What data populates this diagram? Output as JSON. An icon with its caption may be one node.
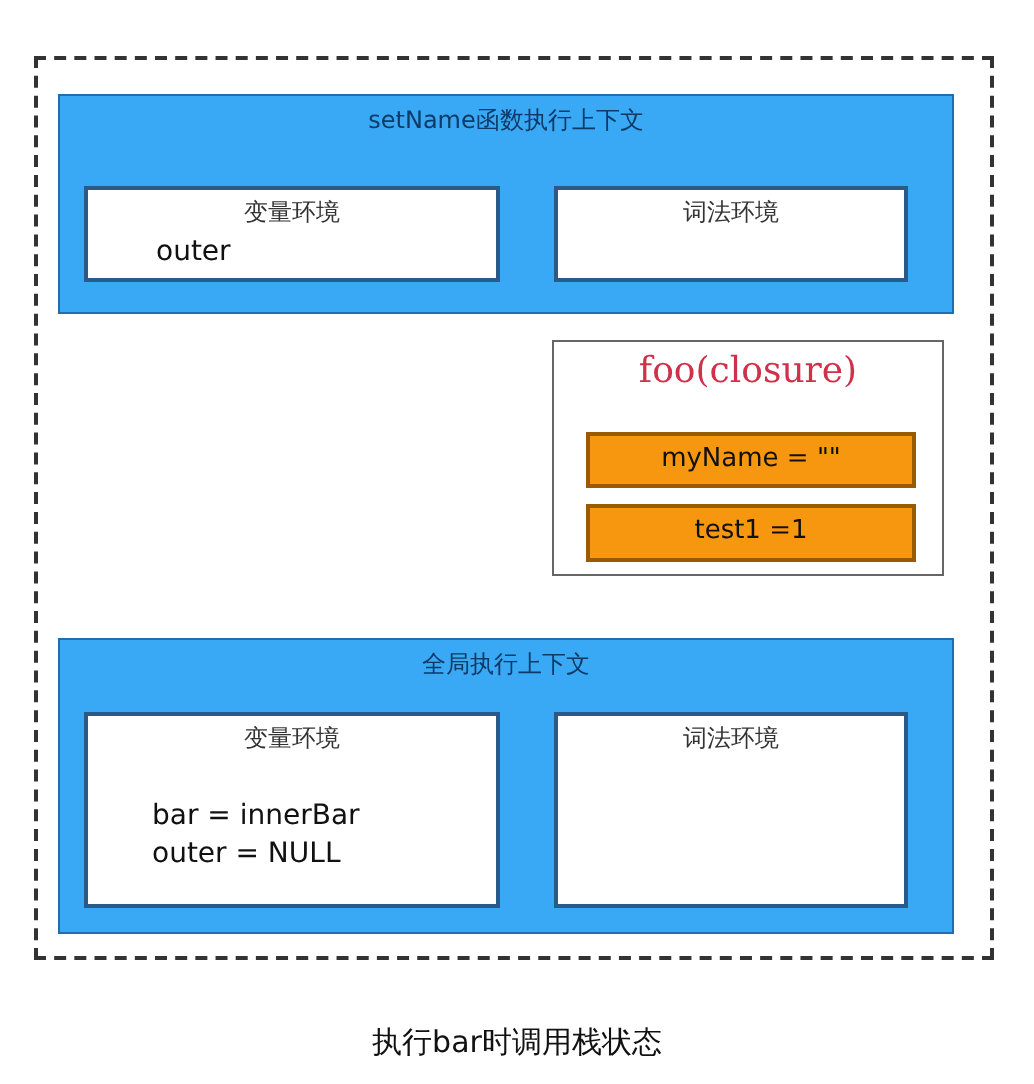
{
  "diagram": {
    "caption": "执行bar时调用栈状态",
    "nodes": [
      {
        "text": [],
        "shape": "box"
      },
      {
        "text": [
          "setName函数执行上下文"
        ],
        "in": 0
      },
      {
        "text": [
          "变量环境",
          "outer"
        ],
        "in": 1
      },
      {
        "text": [
          "词法环境"
        ],
        "in": 1
      },
      {
        "text": [
          "foo(closure)"
        ],
        "in": 0
      },
      {
        "text": [
          "myName = \"\""
        ],
        "in": 4
      },
      {
        "text": [
          "test1 =1"
        ],
        "in": 4
      },
      {
        "text": [
          "全局执行上下文"
        ],
        "in": 0
      },
      {
        "text": [
          "变量环境",
          "bar =  innerBar",
          "outer = NULL"
        ],
        "in": 7
      },
      {
        "text": [
          "词法环境"
        ],
        "in": 7
      }
    ],
    "edges": []
  }
}
